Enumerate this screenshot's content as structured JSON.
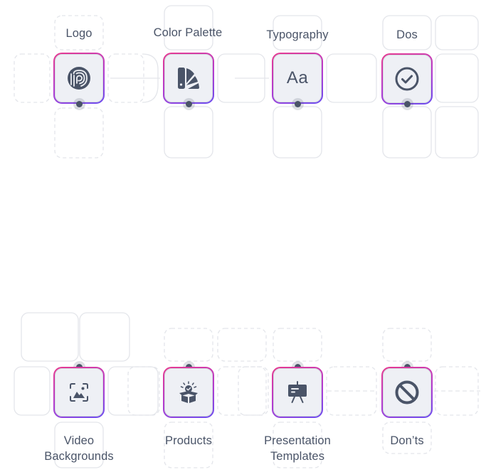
{
  "diagram": {
    "title": "",
    "icon_color": "#4a5468",
    "accent_gradient": [
      "#e8398f",
      "#b23bd0",
      "#6a4cf0"
    ],
    "top_row": [
      {
        "label": "Logo",
        "icon": "fingerprint-p-logo-icon"
      },
      {
        "label": "Color Palette",
        "icon": "color-swatch-fan-icon"
      },
      {
        "label": "Typography",
        "icon": "typography-aa-icon",
        "glyph": "Aa"
      },
      {
        "label": "Dos",
        "icon": "check-circle-icon"
      }
    ],
    "bottom_row": [
      {
        "label": "Video\nBackgrounds",
        "label_line1": "Video",
        "label_line2": "Backgrounds",
        "icon": "image-frame-icon"
      },
      {
        "label": "Products",
        "icon": "product-box-check-icon"
      },
      {
        "label": "Presentation\nTemplates",
        "label_line1": "Presentation",
        "label_line2": "Templates",
        "icon": "presentation-easel-icon"
      },
      {
        "label": "Don’ts",
        "icon": "prohibited-icon"
      }
    ]
  }
}
